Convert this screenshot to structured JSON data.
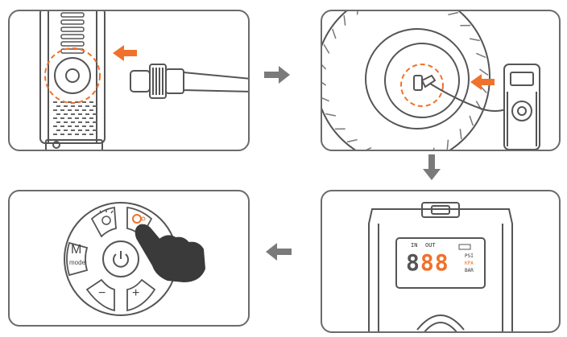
{
  "steps": [
    {
      "id": 1,
      "action": "connect-hose-to-inflator"
    },
    {
      "id": 2,
      "action": "attach-nozzle-to-tire-valve"
    },
    {
      "id": 3,
      "action": "read-display"
    },
    {
      "id": 4,
      "action": "press-start-button"
    }
  ],
  "display": {
    "in_label": "IN",
    "out_label": "OUT",
    "digits": "888",
    "units": [
      "PSI",
      "KPA",
      "BAR"
    ],
    "highlight_color": "#f0712b"
  },
  "keypad": {
    "mode_letter": "M",
    "mode_label": "mode",
    "minus_label": "−",
    "plus_label": "+"
  },
  "colors": {
    "outline": "#6b6b6b",
    "accent": "#f0712b",
    "arrow_gray": "#7a7a7a"
  }
}
